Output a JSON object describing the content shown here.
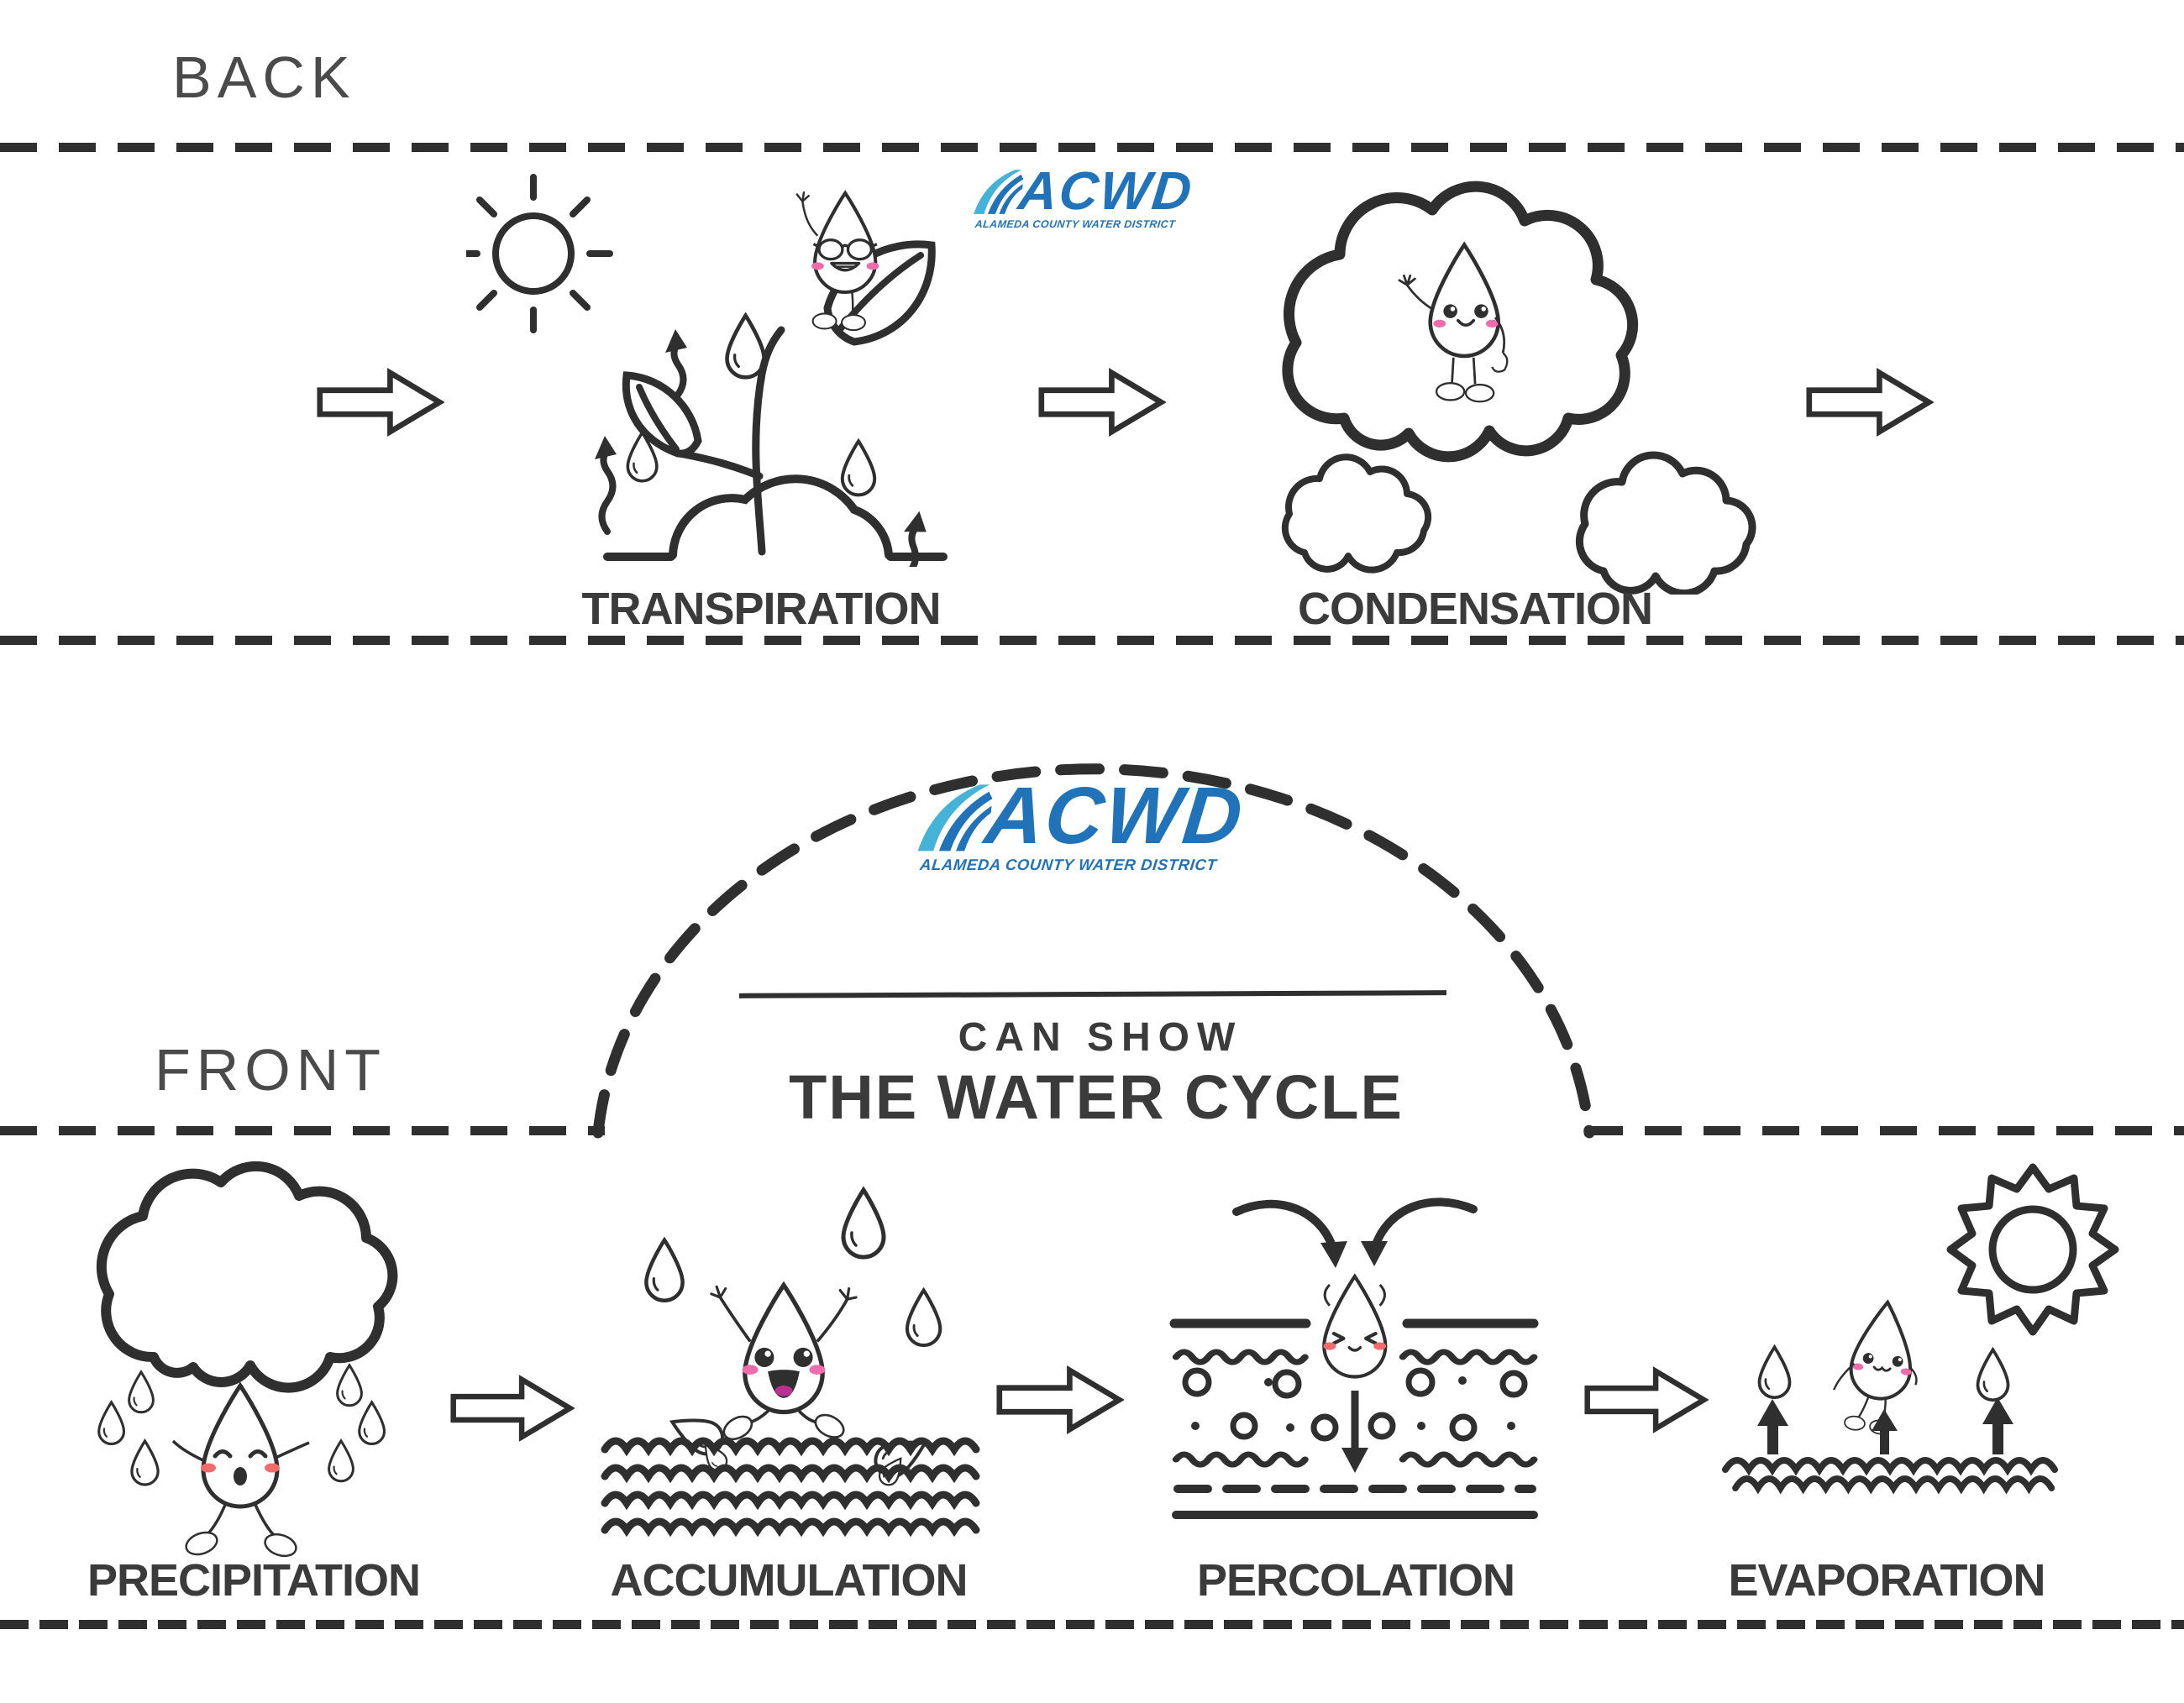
{
  "page": {
    "back_label": "BACK",
    "front_label": "FRONT"
  },
  "logo": {
    "acronym": "ACWD",
    "full_name": "ALAMEDA COUNTY WATER DISTRICT"
  },
  "back_panel": {
    "steps": [
      {
        "id": "transpiration",
        "label": "TRANSPIRATION"
      },
      {
        "id": "condensation",
        "label": "CONDENSATION"
      }
    ]
  },
  "front_panel": {
    "subtitle": "CAN SHOW",
    "title": "THE WATER CYCLE",
    "steps": [
      {
        "id": "precipitation",
        "label": "PRECIPITATION"
      },
      {
        "id": "accumulation",
        "label": "ACCUMULATION"
      },
      {
        "id": "percolation",
        "label": "PERCOLATION"
      },
      {
        "id": "evaporation",
        "label": "EVAPORATION"
      }
    ]
  },
  "icons": [
    "sun-icon",
    "spiky-sun-icon",
    "cloud-icon",
    "water-drop-icon",
    "water-drop-character",
    "right-arrow-icon",
    "up-arrow-icon",
    "down-arrow-icon",
    "curved-arrow-icon",
    "steam-arrow-icon",
    "wave-icon",
    "sunglasses-icon",
    "soil-layers-icon"
  ],
  "colors": {
    "ink": "#2f2f2f",
    "label_text": "#3b3b3b",
    "panel_label_text": "#4a4a4a",
    "logo_blue": "#2173b9",
    "logo_light_blue": "#45b3d8",
    "cheek_pink": "#ee6cab",
    "cheek_red": "#f16b6b",
    "tongue_magenta": "#b93090",
    "background": "#ffffff"
  }
}
